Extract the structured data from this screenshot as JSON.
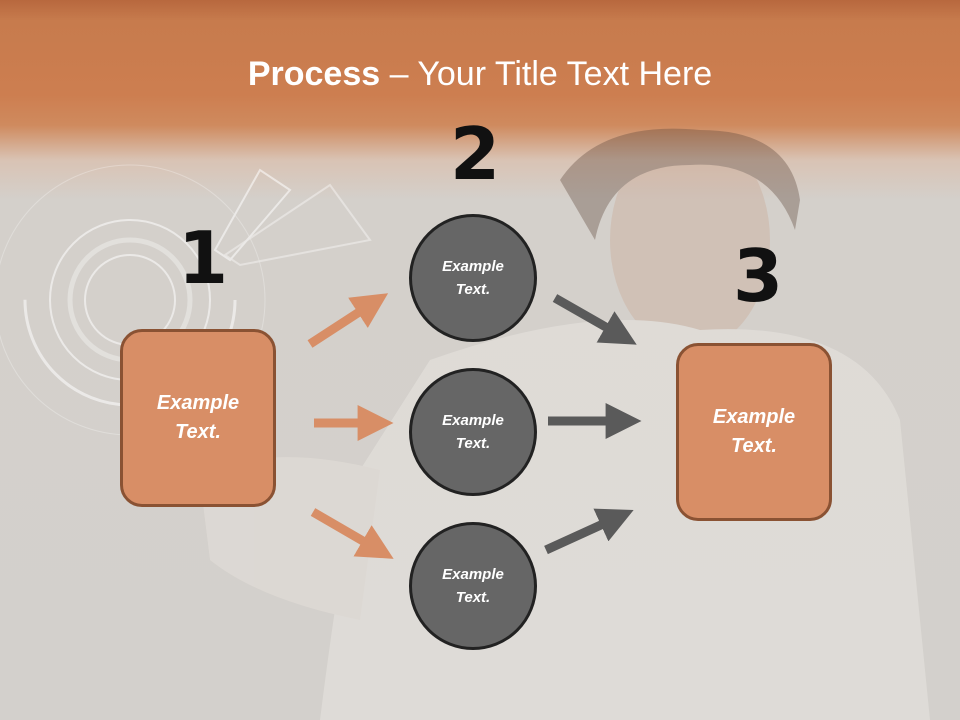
{
  "title": {
    "bold": "Process",
    "separator": " – ",
    "rest": "Your Title Text Here"
  },
  "steps": {
    "one": {
      "number": "1",
      "text_line1": "Example",
      "text_line2": "Text."
    },
    "two": {
      "number": "2"
    },
    "three": {
      "number": "3",
      "text_line1": "Example",
      "text_line2": "Text."
    }
  },
  "circles": [
    {
      "line1": "Example",
      "line2": "Text."
    },
    {
      "line1": "Example",
      "line2": "Text."
    },
    {
      "line1": "Example",
      "line2": "Text."
    }
  ],
  "colors": {
    "accent": "#d88e66",
    "accent_border": "#8a5233",
    "circle_fill": "#666666",
    "header": "#cd7e50"
  }
}
